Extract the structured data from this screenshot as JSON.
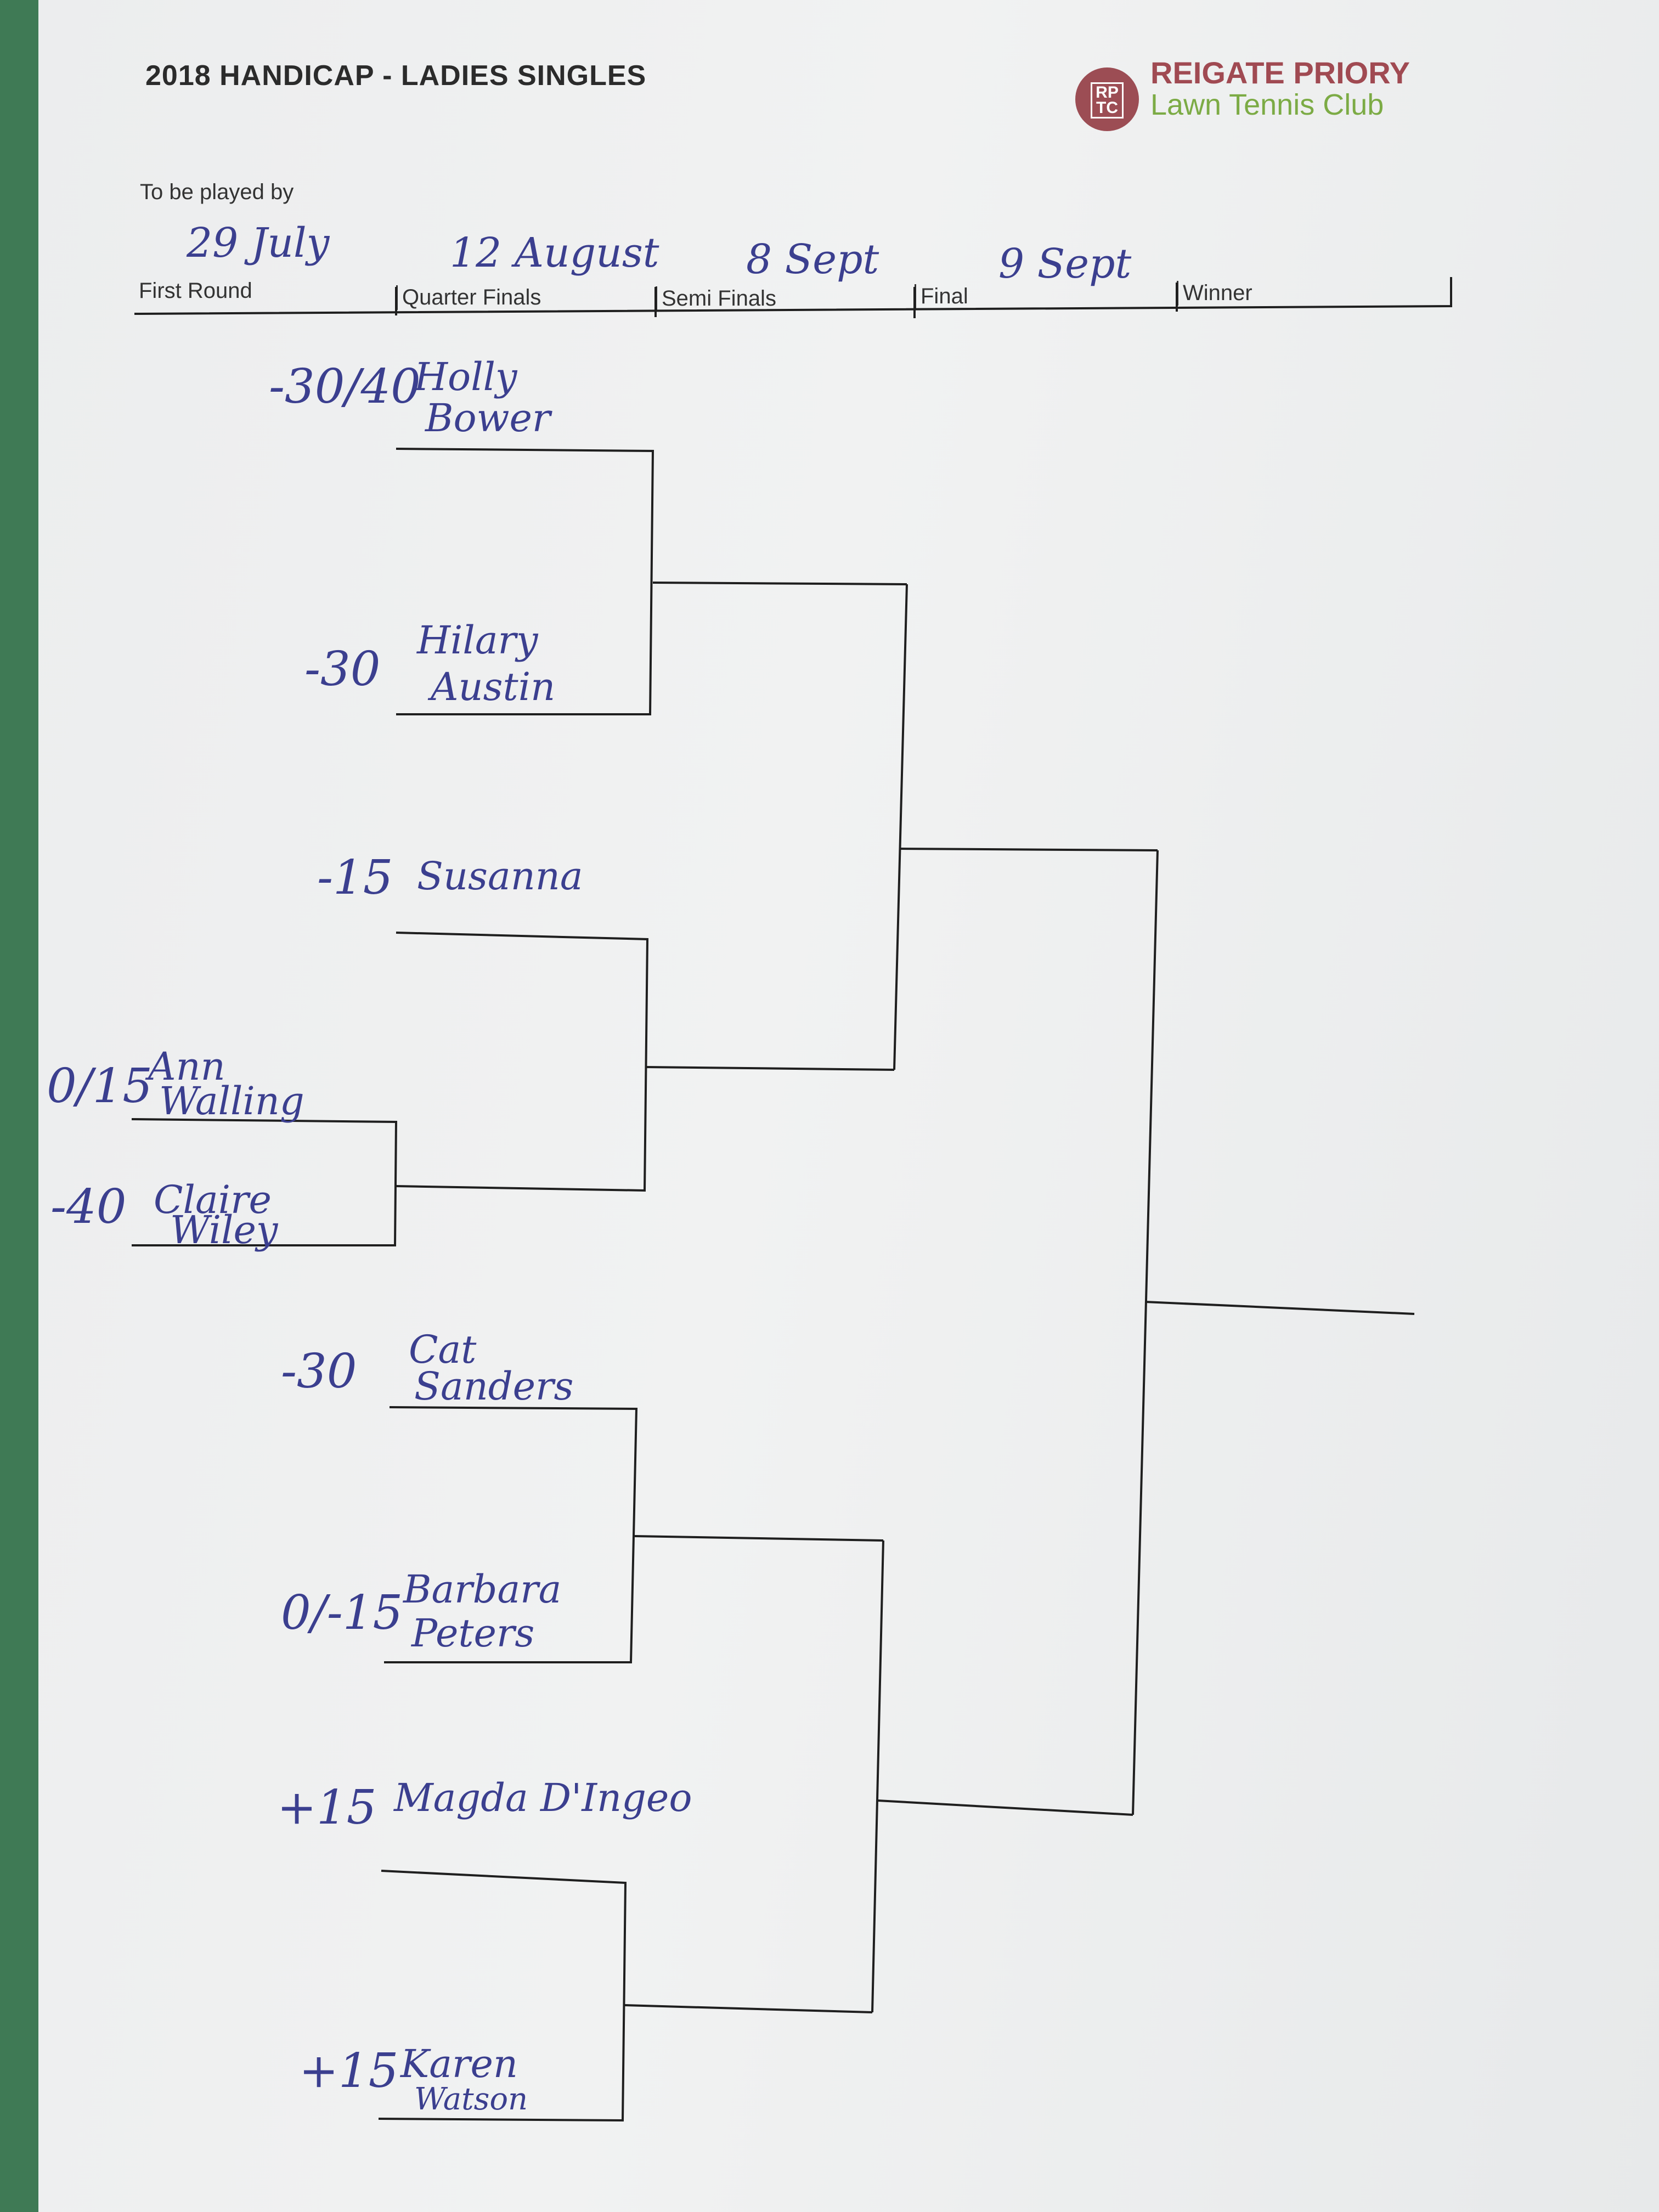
{
  "header": {
    "title": "2018 HANDICAP - LADIES SINGLES",
    "club_name": "REIGATE PRIORY",
    "club_subtitle": "Lawn Tennis Club",
    "logo_text_top": "RP",
    "logo_text_bottom": "TC",
    "to_be_played_by": "To be played by"
  },
  "rounds": [
    {
      "label": "First Round",
      "date": "29 July"
    },
    {
      "label": "Quarter Finals",
      "date": "12 August"
    },
    {
      "label": "Semi Finals",
      "date": "8 Sept"
    },
    {
      "label": "Final",
      "date": "9 Sept"
    },
    {
      "label": "Winner",
      "date": ""
    }
  ],
  "players": [
    {
      "handicap": "-30/40",
      "name_line1": "Holly",
      "name_line2": "Bower"
    },
    {
      "handicap": "-30",
      "name_line1": "Hilary",
      "name_line2": "Austin"
    },
    {
      "handicap": "-15",
      "name_line1": "Susanna",
      "name_line2": ""
    },
    {
      "handicap": "0/15",
      "name_line1": "Ann",
      "name_line2": "Walling"
    },
    {
      "handicap": "-40",
      "name_line1": "Claire",
      "name_line2": "Wiley"
    },
    {
      "handicap": "-30",
      "name_line1": "Cat",
      "name_line2": "Sanders"
    },
    {
      "handicap": "0/-15",
      "name_line1": "Barbara",
      "name_line2": "Peters"
    },
    {
      "handicap": "+15",
      "name_line1": "Magda D'Ingeo",
      "name_line2": ""
    },
    {
      "handicap": "+15",
      "name_line1": "Karen",
      "name_line2": "Watson"
    }
  ],
  "colors": {
    "ink": "#3b3f8f",
    "club_red": "#a04a52",
    "club_green": "#7cab45",
    "table_green": "#3f7a55"
  }
}
